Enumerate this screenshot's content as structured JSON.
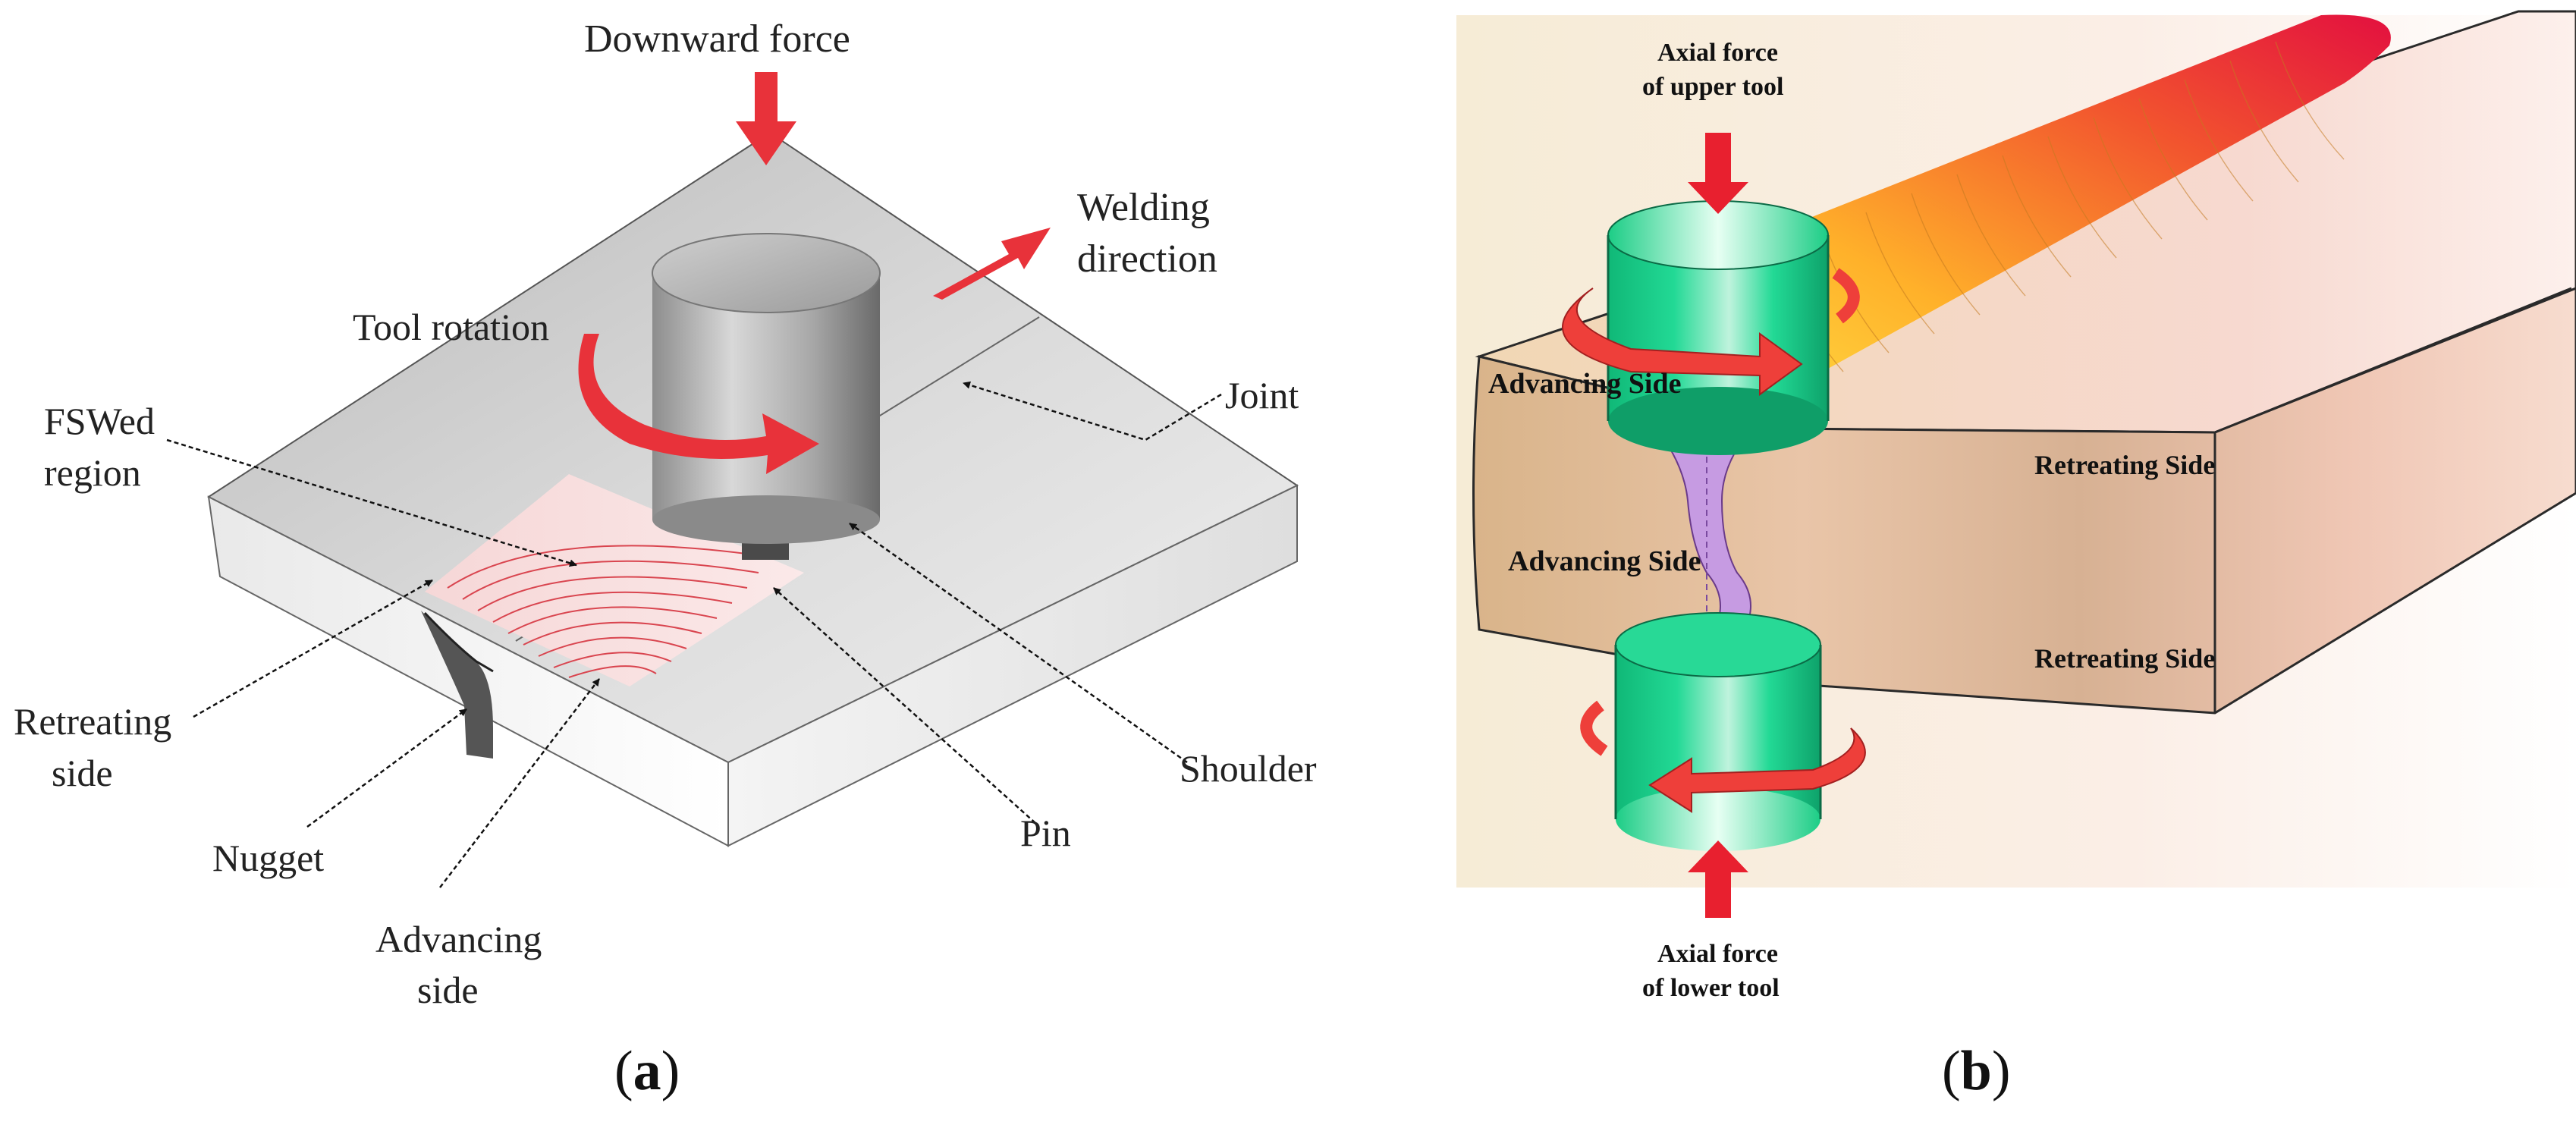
{
  "panel_a": {
    "labels": {
      "downward_force": "Downward force",
      "welding_direction_1": "Welding",
      "welding_direction_2": "direction",
      "tool_rotation": "Tool rotation",
      "joint": "Joint",
      "fswed_region_1": "FSWed",
      "fswed_region_2": "region",
      "retreating_side_1": "Retreating",
      "retreating_side_2": "side",
      "nugget": "Nugget",
      "advancing_side_1": "Advancing",
      "advancing_side_2": "side",
      "shoulder": "Shoulder",
      "pin": "Pin"
    },
    "caption": {
      "open": "(",
      "letter": "a",
      "close": ")"
    }
  },
  "panel_b": {
    "labels": {
      "axial_upper_1": "Axial force",
      "axial_upper_2": "of upper tool",
      "axial_lower_1": "Axial force",
      "axial_lower_2": "of lower tool",
      "advancing_side_top": "Advancing Side",
      "advancing_side_bottom": "Advancing Side",
      "retreating_side_top": "Retreating Side",
      "retreating_side_bottom": "Retreating Side"
    },
    "caption": {
      "open": "(",
      "letter": "b",
      "close": ")"
    }
  },
  "colors": {
    "arrow_red": "#e8323a",
    "tool_green": "#1fd38a",
    "plate_tan": "#e2b98c",
    "weld_gradient_start": "#ffd400",
    "weld_gradient_end": "#e8103a",
    "nugget_purple": "#c79ae0"
  }
}
